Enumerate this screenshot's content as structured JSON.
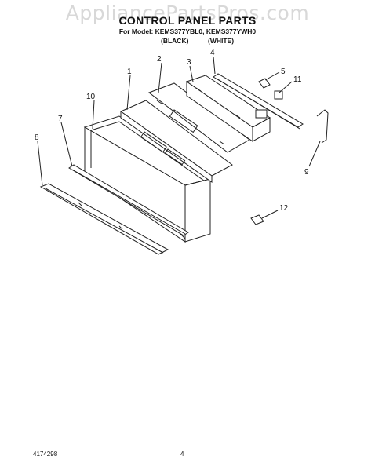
{
  "watermark": "AppliancePartsPros.com",
  "title": "CONTROL PANEL PARTS",
  "model_line": "For Model: KEMS377YBL0, KEMS377YWH0",
  "variants": [
    "(BLACK)",
    "(WHITE)"
  ],
  "callouts": [
    "1",
    "2",
    "3",
    "4",
    "5",
    "11",
    "10",
    "7",
    "8",
    "9",
    "12"
  ],
  "footer": {
    "doc_number": "4174298",
    "page_number": "4"
  }
}
